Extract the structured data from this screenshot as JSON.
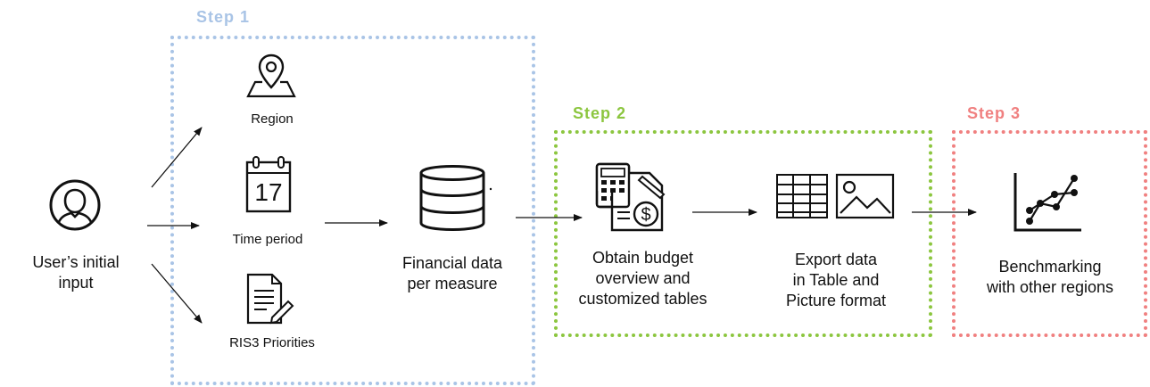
{
  "steps": [
    {
      "label": "Step 1",
      "color": "#a9c4e6"
    },
    {
      "label": "Step 2",
      "color": "#8cc63f"
    },
    {
      "label": "Step 3",
      "color": "#f08080"
    }
  ],
  "nodes": {
    "user": {
      "line1": "User’s initial",
      "line2": "input",
      "icon": "user-icon"
    },
    "region": {
      "label": "Region",
      "icon": "map-pin-icon"
    },
    "time_period": {
      "label": "Time period",
      "icon": "calendar-icon",
      "day": "17"
    },
    "ris3": {
      "label": "RIS3 Priorities",
      "icon": "document-edit-icon"
    },
    "financial": {
      "line1": "Financial data",
      "line2": "per measure",
      "icon": "database-icon"
    },
    "budget": {
      "line1": "Obtain budget",
      "line2": "overview  and",
      "line3": "customized tables",
      "icon": "calculator-budget-icon"
    },
    "export": {
      "line1": "Export data",
      "line2": "in Table and",
      "line3": "Picture format",
      "icon": "table-picture-icon"
    },
    "benchmark": {
      "line1": "Benchmarking",
      "line2": "with other regions",
      "icon": "line-chart-icon"
    }
  }
}
